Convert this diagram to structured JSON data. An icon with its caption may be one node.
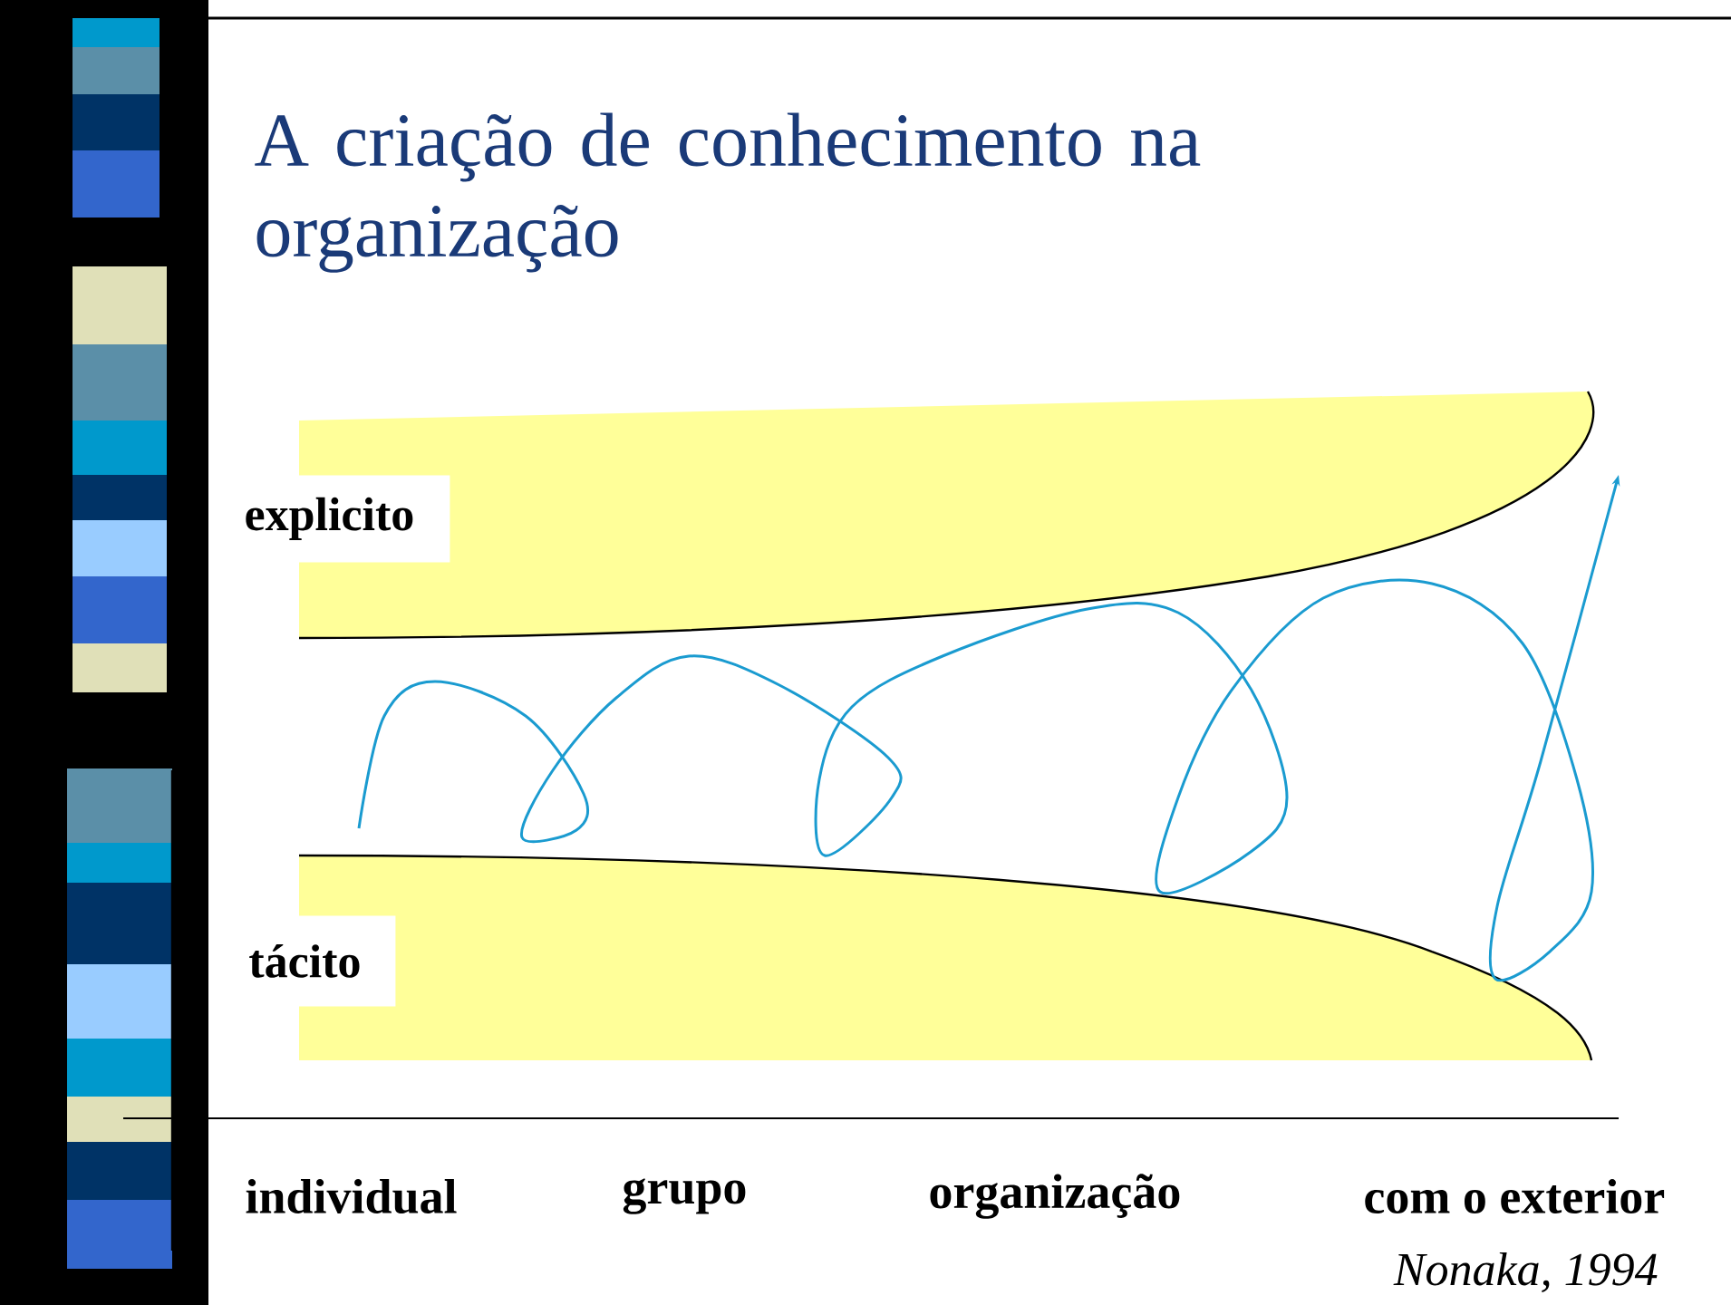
{
  "diagram": {
    "title": "A criação de conhecimento na organização",
    "nodes": [
      {
        "text": [
          "explicito"
        ]
      },
      {
        "text": [
          "tácito"
        ]
      }
    ],
    "labels": [
      "individual",
      "grupo",
      "organização",
      "com o exterior",
      "Nonaka, 1994"
    ]
  }
}
